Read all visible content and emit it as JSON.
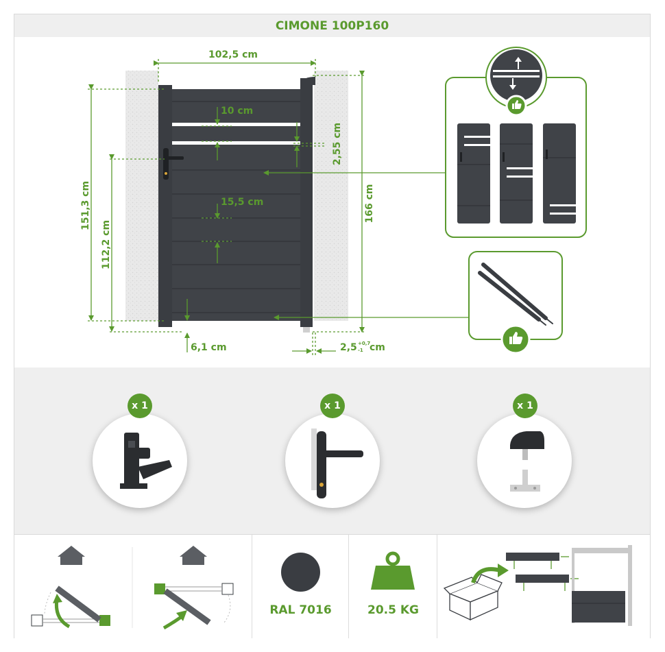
{
  "title": "CIMONE 100P160",
  "dimensions": {
    "width": "102,5 cm",
    "slat_gap_top": "10 cm",
    "slat_gap_mid": "15,5 cm",
    "post_offset": "2,55 cm",
    "total_height_left": "151,3 cm",
    "handle_height": "112,2 cm",
    "total_height_right": "166 cm",
    "ground_clearance": "6,1 cm",
    "hinge_gap_value": "2,5",
    "hinge_gap_tol_plus": "+0,7",
    "hinge_gap_tol_minus": "-1",
    "hinge_gap_unit": "cm"
  },
  "accessories": [
    {
      "qty": "x 1",
      "icon": "gate-stop-latch-icon"
    },
    {
      "qty": "x 1",
      "icon": "door-handle-icon"
    },
    {
      "qty": "x 1",
      "icon": "gate-stopper-icon"
    }
  ],
  "footer": {
    "color_name": "RAL 7016",
    "color_hex": "#3a3d42",
    "weight": "20.5 KG"
  },
  "colors": {
    "accent": "#5a9a2e",
    "gate": "#3a3d42",
    "band": "#efefef"
  }
}
